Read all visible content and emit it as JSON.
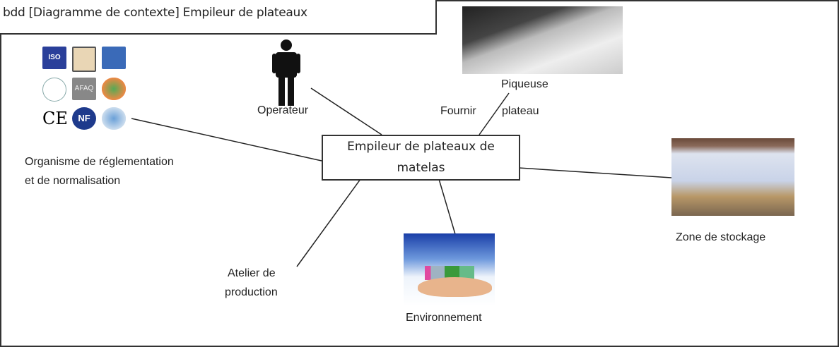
{
  "title": "bdd [Diagramme de contexte] Empileur de plateaux",
  "system": {
    "line1": "Empileur de plateaux de",
    "line2": "matelas"
  },
  "actors": {
    "operateur": "Operateur",
    "piqueuse": "Piqueuse",
    "organisme": {
      "line1": "Organisme de réglementation",
      "line2": "et de normalisation"
    },
    "stockage": "Zone de stockage",
    "environnement": "Environnement",
    "atelier": {
      "line1": "Atelier de",
      "line2": "production"
    }
  },
  "association": {
    "left": "Fournir",
    "right": "plateau"
  },
  "logos": {
    "iso": "ISO",
    "ce": "CE",
    "nf": "NF",
    "afaq": "AFAQ"
  }
}
